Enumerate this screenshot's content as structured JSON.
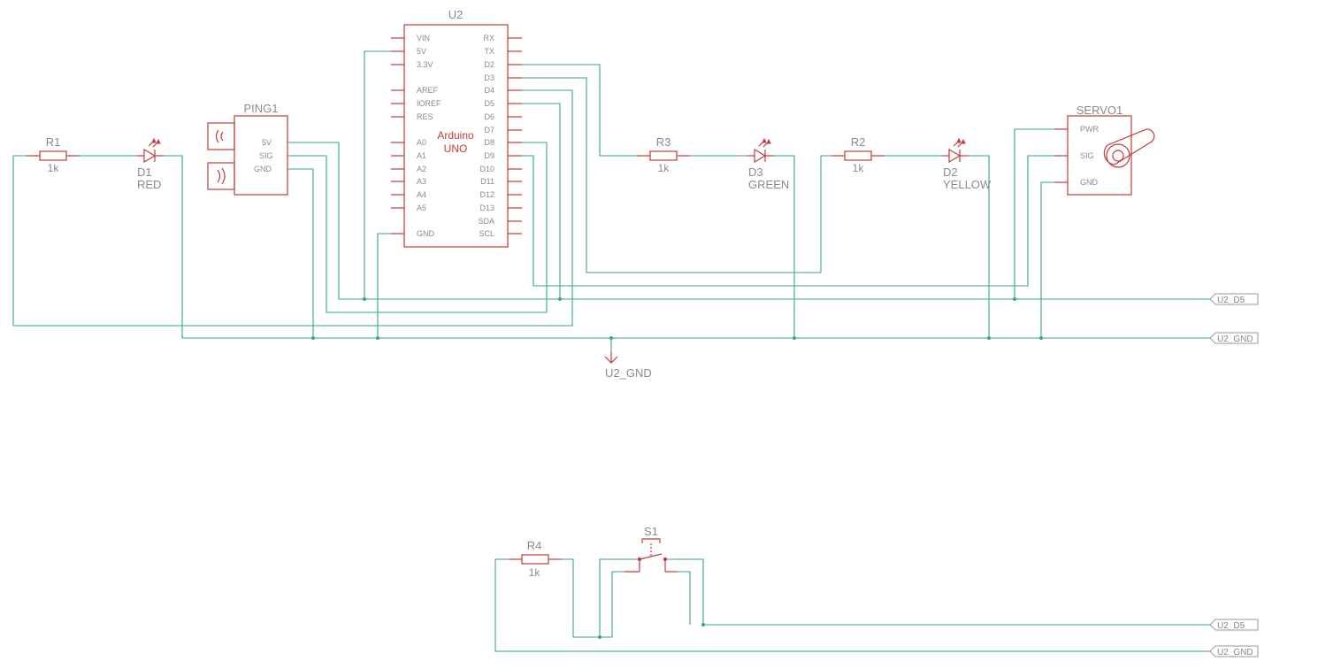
{
  "arduino": {
    "ref": "U2",
    "name_line1": "Arduino",
    "name_line2": "UNO",
    "left_pins": [
      "VIN",
      "5V",
      "3.3V",
      "AREF",
      "IOREF",
      "RES",
      "A0",
      "A1",
      "A2",
      "A3",
      "A4",
      "A5",
      "GND"
    ],
    "right_pins": [
      "RX",
      "TX",
      "D2",
      "D3",
      "D4",
      "D5",
      "D6",
      "D7",
      "D8",
      "D9",
      "D10",
      "D11",
      "D12",
      "D13",
      "SDA",
      "SCL"
    ]
  },
  "ping": {
    "ref": "PING1",
    "pins": [
      "5V",
      "SIG",
      "GND"
    ]
  },
  "servo": {
    "ref": "SERVO1",
    "pins": [
      "PWR",
      "SIG",
      "GND"
    ]
  },
  "resistors": [
    {
      "ref": "R1",
      "value": "1k"
    },
    {
      "ref": "R3",
      "value": "1k"
    },
    {
      "ref": "R2",
      "value": "1k"
    },
    {
      "ref": "R4",
      "value": "1k"
    }
  ],
  "leds": [
    {
      "ref": "D1",
      "value": "RED"
    },
    {
      "ref": "D3",
      "value": "GREEN"
    },
    {
      "ref": "D2",
      "value": "YELLOW"
    }
  ],
  "switch": {
    "ref": "S1"
  },
  "net_labels": {
    "d5_top": "U2_D5",
    "gnd_top": "U2_GND",
    "d5_bottom": "U2_D5",
    "gnd_bottom": "U2_GND"
  },
  "gnd_symbol": {
    "label": "U2_GND"
  },
  "colors": {
    "symbol": "#c23b3b",
    "wire": "#3aa58a",
    "label": "#8a8a8a"
  }
}
